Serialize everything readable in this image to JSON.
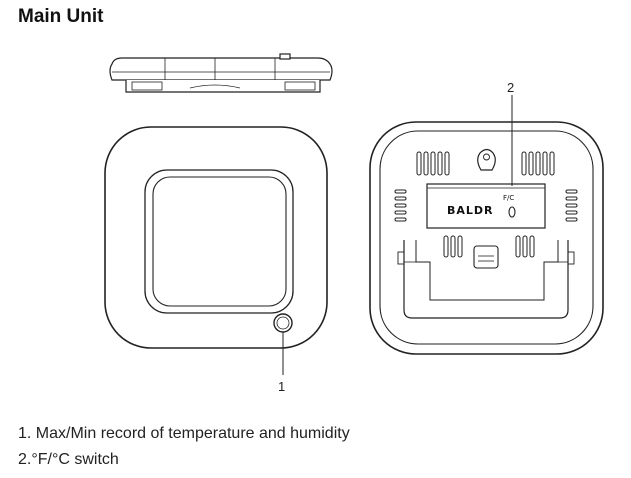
{
  "title": "Main Unit",
  "callouts": {
    "one": "1",
    "two": "2"
  },
  "device": {
    "brand": "BALDR",
    "switch_label": "F/C"
  },
  "legend": [
    "1. Max/Min record of temperature and humidity",
    "2.°F/°C switch"
  ]
}
